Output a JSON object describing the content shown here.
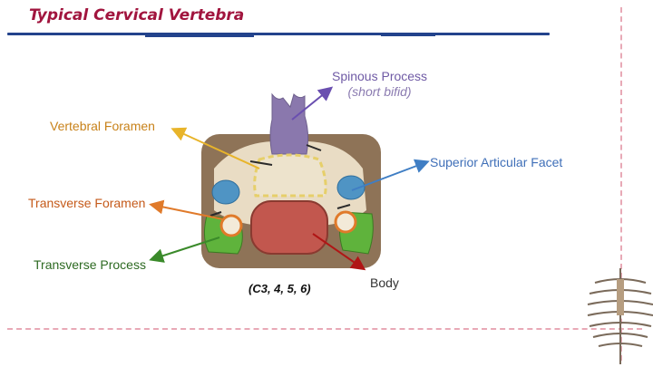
{
  "title": "Typical Cervical Vertebra",
  "labels": {
    "spinous_process": "Spinous Process",
    "spinous_process_note": "(short bifid)",
    "vertebral_foramen": "Vertebral Foramen",
    "superior_articular_facet": "Superior Articular Facet",
    "transverse_foramen": "Transverse Foramen",
    "transverse_process": "Transverse Process",
    "body": "Body",
    "vertebra_levels": "(C3, 4, 5, 6)"
  },
  "colors": {
    "title": "#a1153e",
    "rule": "#23438c",
    "spinous_arrow": "#6a4fb0",
    "foramen_arrow": "#e8b42a",
    "facet_arrow": "#3f7ec4",
    "transverse_foramen_arrow": "#e07a2a",
    "transverse_process_arrow": "#3a8a2a",
    "body_arrow": "#b01515"
  },
  "icons": [
    "vertebra-illustration",
    "skeleton-thorax-icon"
  ]
}
